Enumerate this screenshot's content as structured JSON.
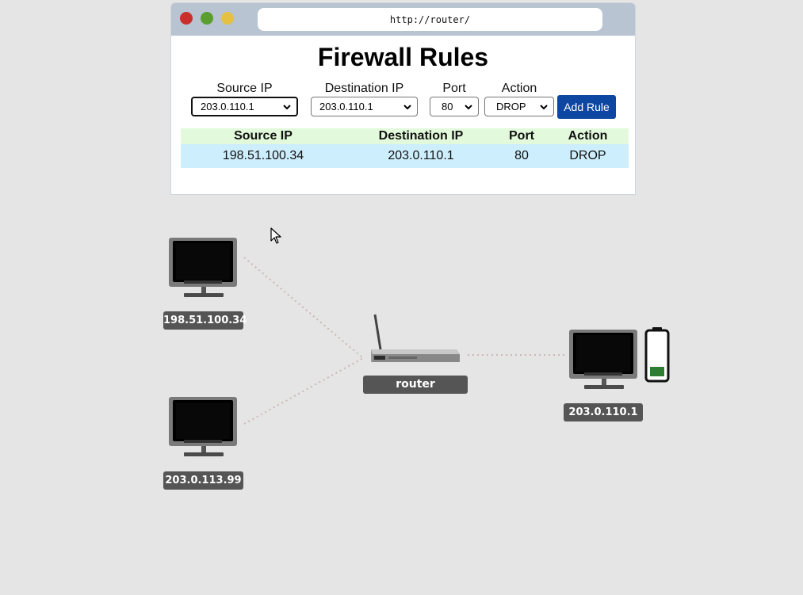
{
  "browser": {
    "url": "http://router/",
    "title": "Firewall Rules",
    "form": {
      "source_ip_label": "Source IP",
      "source_ip_value": "203.0.110.1",
      "destination_ip_label": "Destination IP",
      "destination_ip_value": "203.0.110.1",
      "port_label": "Port",
      "port_value": "80",
      "action_label": "Action",
      "action_value": "DROP",
      "add_button_label": "Add Rule"
    },
    "table": {
      "headers": [
        "Source IP",
        "Destination IP",
        "Port",
        "Action"
      ],
      "rows": [
        [
          "198.51.100.34",
          "203.0.110.1",
          "80",
          "DROP"
        ]
      ]
    }
  },
  "network": {
    "host1_ip": "198.51.100.34",
    "host2_ip": "203.0.113.99",
    "router_label": "router",
    "host3_ip": "203.0.110.1",
    "battery_level": 0.25
  },
  "colors": {
    "add_button": "#0d47a1",
    "table_header_bg": "#e2fadb",
    "table_row_bg": "#cdeefc",
    "battery_fill": "#2e7d32"
  }
}
